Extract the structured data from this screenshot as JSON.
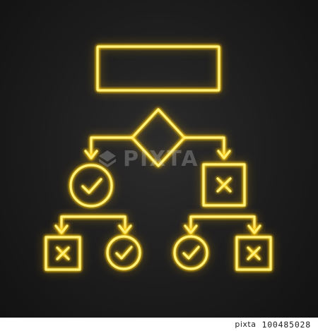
{
  "watermark": {
    "brand": "PIXTA"
  },
  "footer": {
    "brand": "pixta",
    "image_id": "100485028"
  },
  "colors": {
    "neon": "#fff27a",
    "glow": "#ffd400",
    "background": "#1c1c1c"
  },
  "icons": [
    "flowchart-process-box",
    "decision-diamond-icon",
    "check-circle-icon",
    "cross-square-icon"
  ]
}
